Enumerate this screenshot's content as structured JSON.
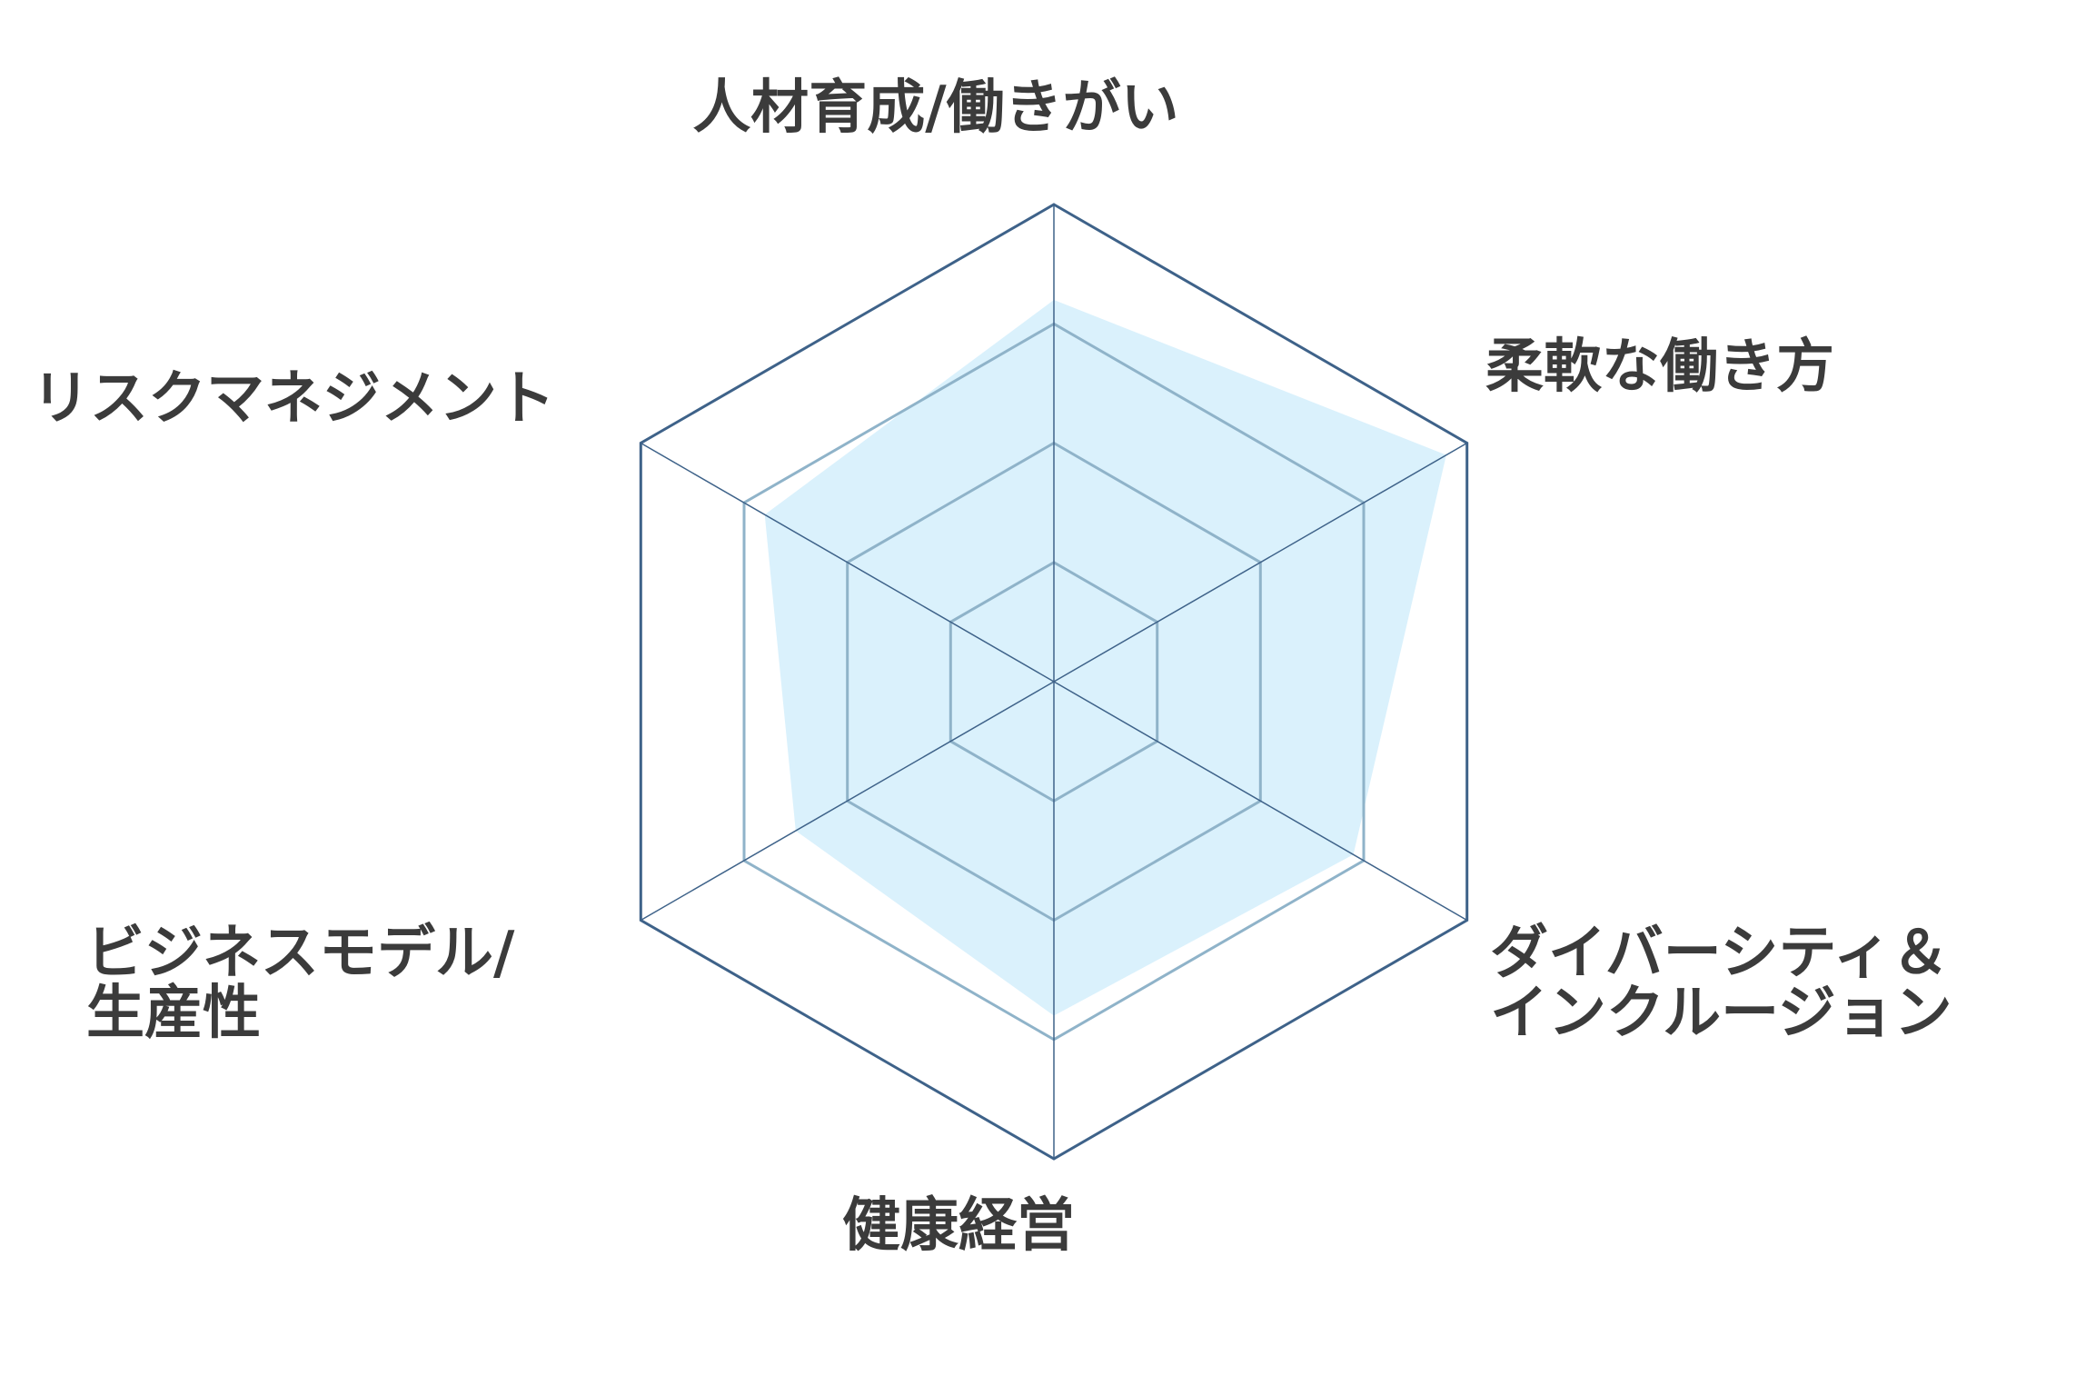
{
  "chart_data": {
    "type": "radar",
    "axes": [
      [
        "人材育成/働きがい"
      ],
      [
        "柔軟な働き方"
      ],
      [
        "ダイバーシティ＆",
        "インクルージョン"
      ],
      [
        "健康経営"
      ],
      [
        "ビジネスモデル/",
        "生産性"
      ],
      [
        "リスクマネジメント"
      ]
    ],
    "rlim": [
      0,
      4
    ],
    "grid_levels": [
      1,
      2,
      3,
      4
    ],
    "series": [
      {
        "values": [
          3.2,
          3.8,
          2.9,
          2.8,
          2.5,
          2.8
        ]
      }
    ],
    "colors": {
      "fill": "#daf1fc",
      "outer_frame": "#3e6289",
      "inner_grid": "#8fb3c9",
      "spokes": "#3e6289",
      "label_text": "#3b3b3b"
    }
  }
}
